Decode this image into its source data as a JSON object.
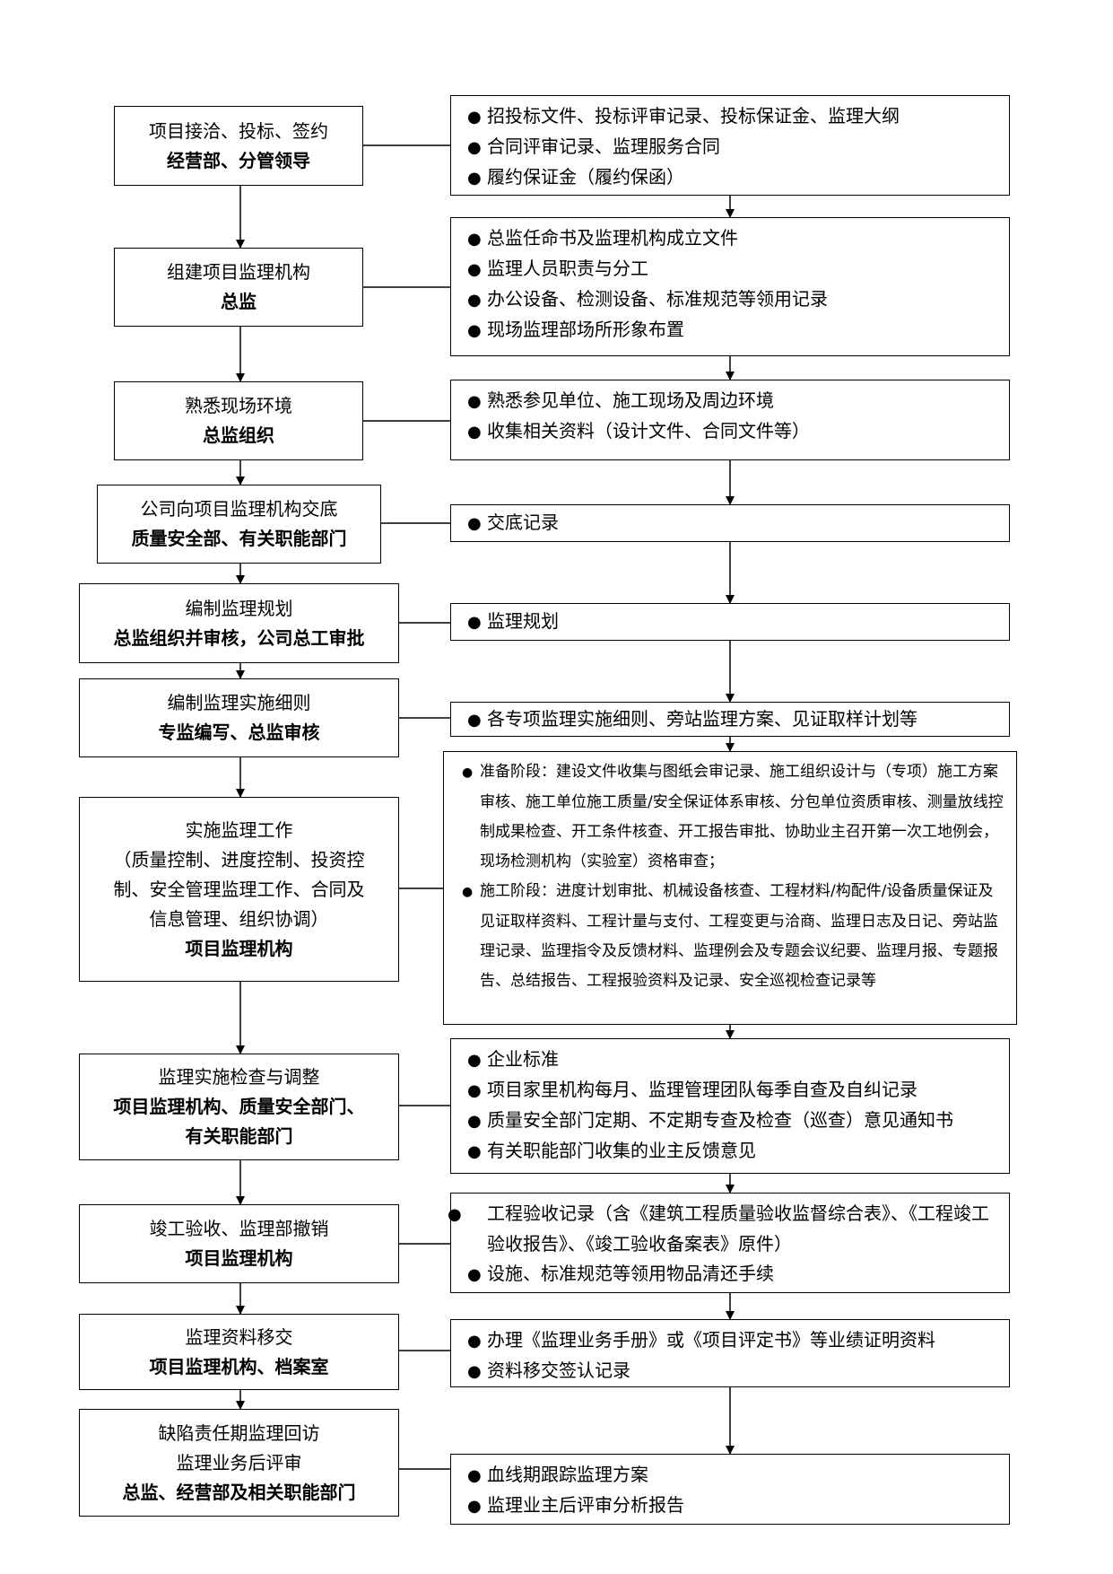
{
  "steps": [
    {
      "title": "项目接洽、投标、签约",
      "owner": "经营部、分管领导"
    },
    {
      "title": "组建项目监理机构",
      "owner": "总监"
    },
    {
      "title": "熟悉现场环境",
      "owner": "总监组织"
    },
    {
      "title": "公司向项目监理机构交底",
      "owner": "质量安全部、有关职能部门"
    },
    {
      "title": "编制监理规划",
      "owner": "总监组织并审核，公司总工审批"
    },
    {
      "title": "编制监理实施细则",
      "owner": "专监编写、总监审核"
    },
    {
      "title": "实施监理工作\n（质量控制、进度控制、投资控\n制、安全管理监理工作、合同及\n信息管理、组织协调）",
      "owner": "项目监理机构"
    },
    {
      "title": "监理实施检查与调整",
      "owner": "项目监理机构、质量安全部门、\n有关职能部门"
    },
    {
      "title": "竣工验收、监理部撤销",
      "owner": "项目监理机构"
    },
    {
      "title": "监理资料移交",
      "owner": "项目监理机构、档案室"
    },
    {
      "title": "缺陷责任期监理回访\n监理业务后评审",
      "owner": "总监、经营部及相关职能部门"
    }
  ],
  "docs": [
    {
      "items": [
        "招投标文件、投标评审记录、投标保证金、监理大纲",
        "合同评审记录、监理服务合同",
        "履约保证金（履约保函）"
      ]
    },
    {
      "items": [
        "总监任命书及监理机构成立文件",
        "监理人员职责与分工",
        "办公设备、检测设备、标准规范等领用记录",
        "现场监理部场所形象布置"
      ]
    },
    {
      "items": [
        "熟悉参见单位、施工现场及周边环境",
        "收集相关资料（设计文件、合同文件等）"
      ]
    },
    {
      "items": [
        "交底记录"
      ]
    },
    {
      "items": [
        "监理规划"
      ]
    },
    {
      "items": [
        "各专项监理实施细则、旁站监理方案、见证取样计划等"
      ]
    },
    {
      "items": [
        "准备阶段：建设文件收集与图纸会审记录、施工组织设计与（专项）施工方案审核、施工单位施工质量/安全保证体系审核、分包单位资质审核、测量放线控制成果检查、开工条件核查、开工报告审批、协助业主召开第一次工地例会，现场检测机构（实验室）资格审查；",
        "施工阶段：进度计划审批、机械设备核查、工程材料/构配件/设备质量保证及见证取样资料、工程计量与支付、工程变更与洽商、监理日志及日记、旁站监理记录、监理指令及反馈材料、监理例会及专题会议纪要、监理月报、专题报告、总结报告、工程报验资料及记录、安全巡视检查记录等"
      ]
    },
    {
      "items": [
        "企业标准",
        "项目家里机构每月、监理管理团队每季自查及自纠记录",
        "质量安全部门定期、不定期专查及检查（巡查）意见通知书",
        "有关职能部门收集的业主反馈意见"
      ]
    },
    {
      "items": [
        "工程验收记录（含《建筑工程质量验收监督综合表》、《工程竣工验收报告》、《竣工验收备案表》原件）",
        "设施、标准规范等领用物品清还手续"
      ]
    },
    {
      "items": [
        "办理《监理业务手册》或《项目评定书》等业绩证明资料",
        "资料移交签认记录"
      ]
    },
    {
      "items": [
        "血线期跟踪监理方案",
        "监理业主后评审分析报告"
      ]
    }
  ]
}
